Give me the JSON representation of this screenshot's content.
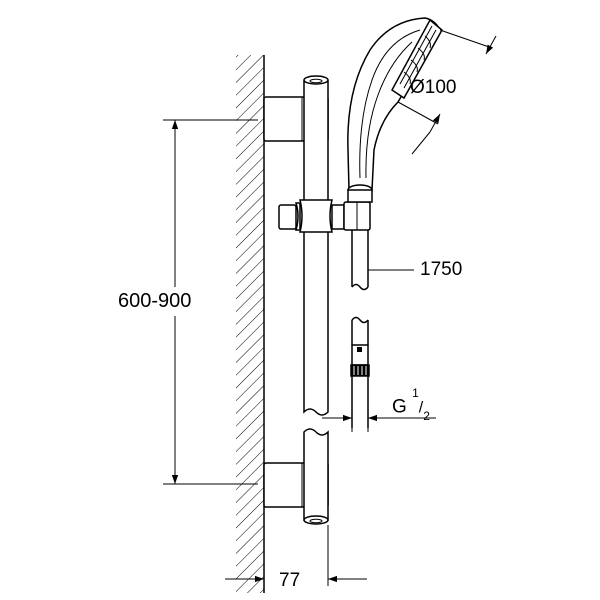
{
  "dimensions": {
    "mounting_height": "600-900",
    "hand_shower_diameter": "Ø100",
    "hose_length": "1750",
    "thread": {
      "prefix": "G ",
      "numerator": "1",
      "slash": "/",
      "denominator": "2"
    },
    "wall_projection": "77"
  }
}
